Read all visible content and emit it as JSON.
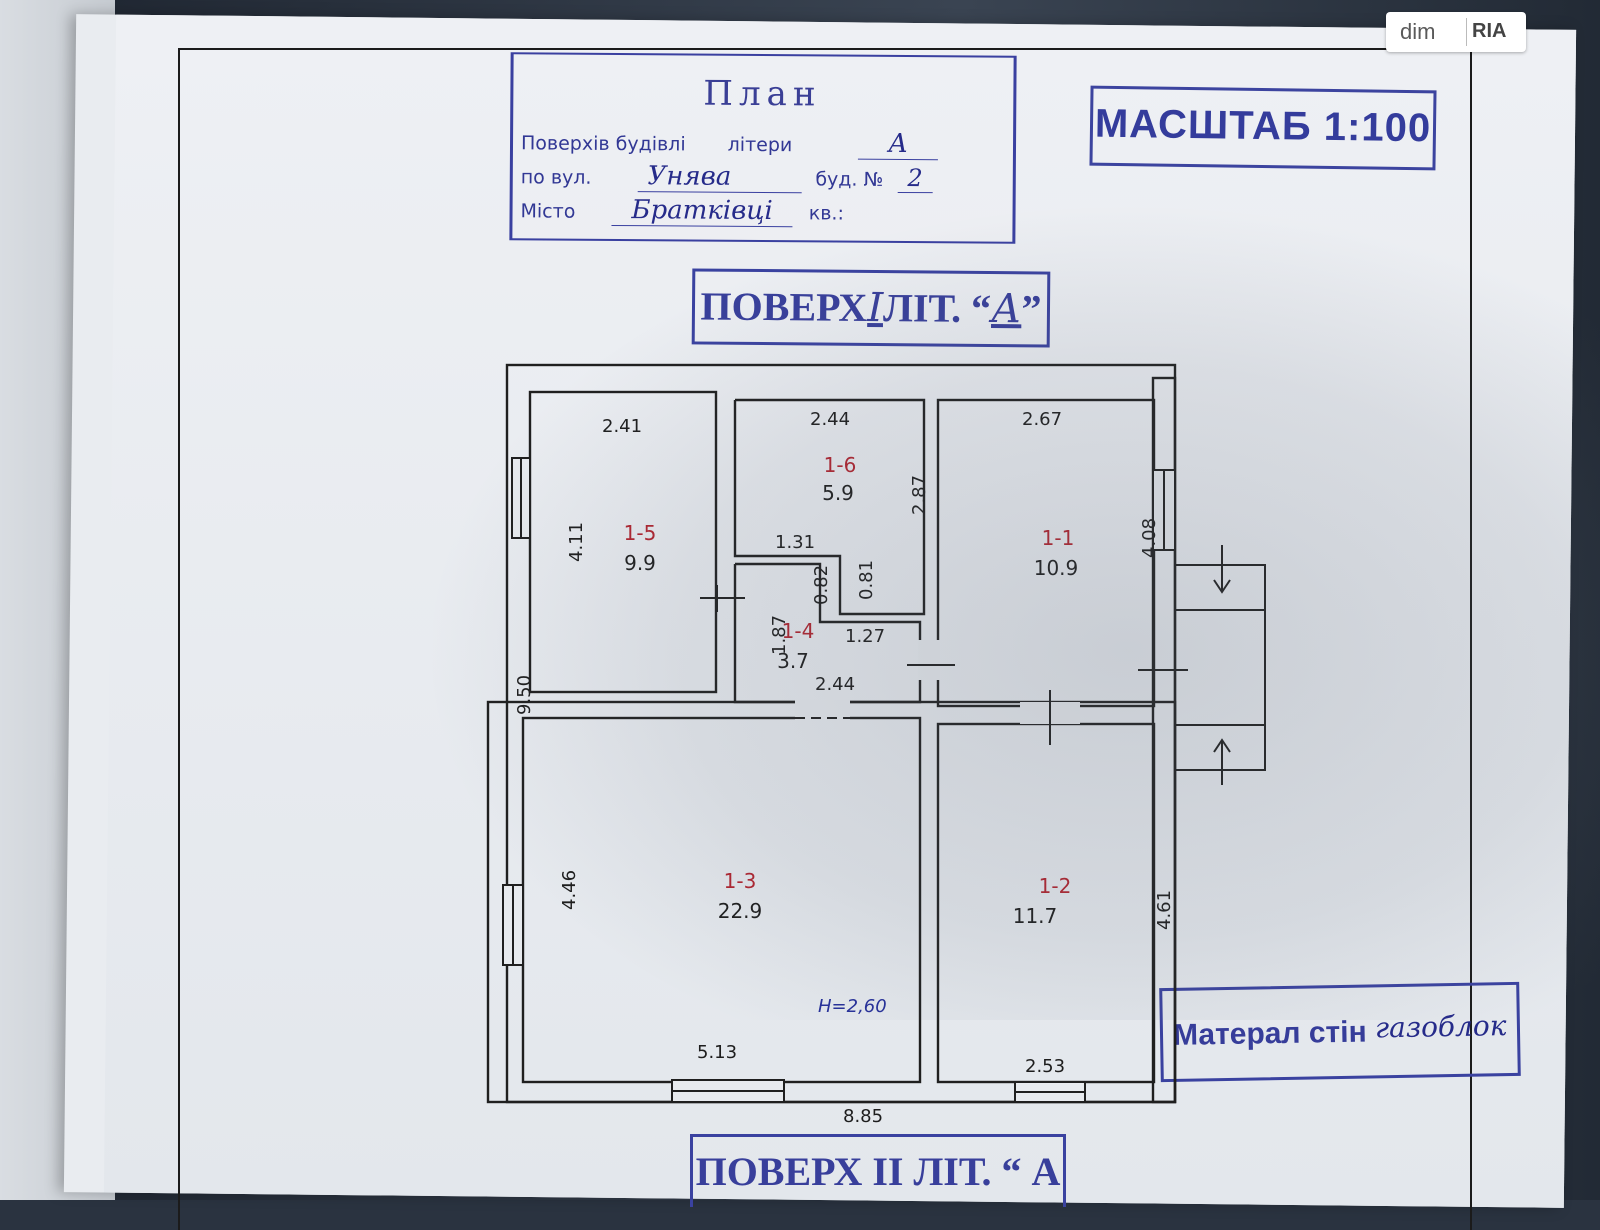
{
  "watermark": {
    "brand_left": "dim",
    "brand_right": "RIA"
  },
  "stamp_plan": {
    "title": "План",
    "row1_label": "Поверхів будівлі",
    "row1_mid": "літери",
    "row1_value": "А",
    "row2_label": "по вул.",
    "row2_value": "Унява",
    "row2_bud": "буд. №",
    "row2_bud_value": "2",
    "row3_label": "Місто",
    "row3_value": "Братківці",
    "row3_kv": "кв.:"
  },
  "scale_stamp": "МАСШТАБ 1:100",
  "floor_stamp": {
    "prefix": "ПОВЕРХ",
    "num": "І",
    "lit": "ЛІТ. “",
    "letter": "А",
    "close": "”"
  },
  "floor_stamp_2": "ПОВЕРХ ІІ ЛІТ. “ А ”",
  "material_stamp": {
    "label": "Матерал стін",
    "value": "газоблок"
  },
  "plan": {
    "rooms": [
      {
        "id": "1-5",
        "area": "9.9"
      },
      {
        "id": "1-6",
        "area": "5.9"
      },
      {
        "id": "1-1",
        "area": "10.9"
      },
      {
        "id": "1-4",
        "area": "3.7"
      },
      {
        "id": "1-3",
        "area": "22.9"
      },
      {
        "id": "1-2",
        "area": "11.7"
      }
    ],
    "dims": {
      "r15_w": "2.41",
      "r15_h": "4.11",
      "r16_w": "2.44",
      "r16_h": "2.87",
      "r11_w": "2.67",
      "r11_h": "4.08",
      "r14_a": "1.31",
      "r14_b": "0.82",
      "r14_c": "0.81",
      "r14_d": "1.27",
      "r14_e": "1.87",
      "r14_f": "2.44",
      "r13_h": "4.46",
      "r13_w": "5.13",
      "r12_h": "4.61",
      "r12_w": "2.53",
      "total_w": "8.85",
      "total_h": "9.50",
      "height": "H=2,60"
    }
  }
}
